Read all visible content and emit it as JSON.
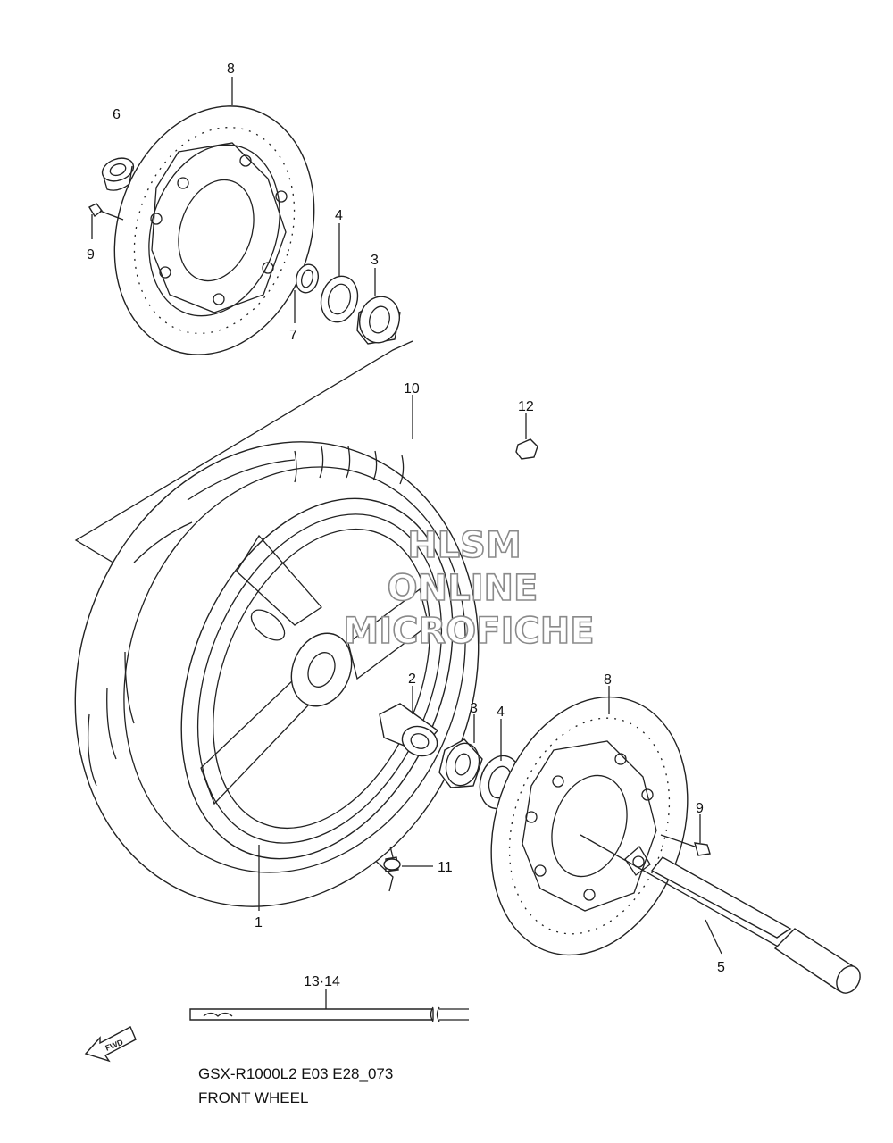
{
  "watermark": {
    "line1": "HLSM",
    "line2": "ONLINE",
    "line3": "MICROFICHE"
  },
  "callouts": {
    "c1": "1",
    "c2": "2",
    "c3a": "3",
    "c3b": "3",
    "c4a": "4",
    "c4b": "4",
    "c5": "5",
    "c6": "6",
    "c7": "7",
    "c8a": "8",
    "c8b": "8",
    "c9a": "9",
    "c9b": "9",
    "c10": "10",
    "c11": "11",
    "c12": "12",
    "c1314": "13·14"
  },
  "fwd_badge": "FWD",
  "caption": {
    "model": "GSX-R1000L2 E03 E28_073",
    "title": "FRONT WHEEL"
  }
}
